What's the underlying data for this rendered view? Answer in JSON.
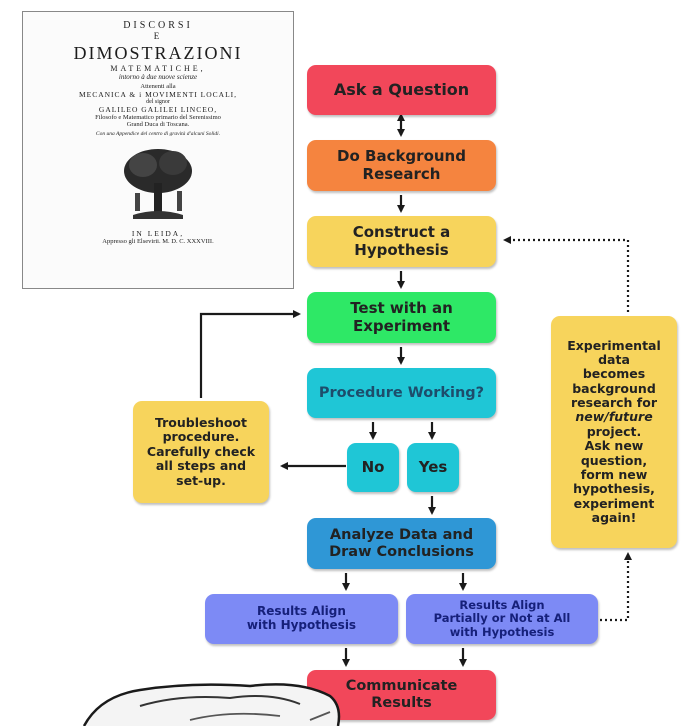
{
  "book_cover": {
    "line1": "DISCORSI",
    "line2": "E",
    "line3": "DIMOSTRAZIONI",
    "line4": "MATEMATICHE,",
    "line5": "intorno à due nuove scienze",
    "line6": "Attenenti alla",
    "line7": "MECANICA & i MOVIMENTI LOCALI,",
    "line8": "del signor",
    "line9": "GALILEO GALILEI LINCEO,",
    "line10a": "Filosofo e Matematico primario del Serenissimo",
    "line10b": "Grand Duca di Toscana.",
    "line11": "Con una Appendice del centro di gravità d'alcuni Solidi.",
    "line12": "IN LEIDA,",
    "line13": "Appresso gli Elsevirii. M. D. C. XXXVIII."
  },
  "flowchart": {
    "ask": "Ask a Question",
    "background_1": "Do Background",
    "background_2": "Research",
    "hypothesis_1": "Construct a",
    "hypothesis_2": "Hypothesis",
    "test_1": "Test with an",
    "test_2": "Experiment",
    "procedure": "Procedure Working?",
    "no": "No",
    "yes": "Yes",
    "troubleshoot_1": "Troubleshoot",
    "troubleshoot_2": "procedure.",
    "troubleshoot_3": "Carefully check",
    "troubleshoot_4": "all steps and",
    "troubleshoot_5": "set-up.",
    "analyze_1": "Analyze Data and",
    "analyze_2": "Draw Conclusions",
    "align_1": "Results Align",
    "align_2": "with Hypothesis",
    "partial_1": "Results Align",
    "partial_2": "Partially or Not at All",
    "partial_3": "with Hypothesis",
    "communicate_1": "Communicate",
    "communicate_2": "Results",
    "exp_1": "Experimental",
    "exp_2": "data",
    "exp_3": "becomes",
    "exp_4": "background",
    "exp_5": "research for",
    "exp_6": "new/future",
    "exp_7": "project.",
    "exp_8": "Ask new",
    "exp_9": "question,",
    "exp_10": "form new",
    "exp_11": "hypothesis,",
    "exp_12": "experiment",
    "exp_13": "again!"
  },
  "colors": {
    "ask": "#f2475a",
    "background": "#f5843f",
    "hypothesis": "#f7d45c",
    "test": "#2ee866",
    "procedure": "#1fc6d6",
    "analyze": "#2f97d6",
    "results": "#7d8af5",
    "communicate": "#f2475a"
  }
}
